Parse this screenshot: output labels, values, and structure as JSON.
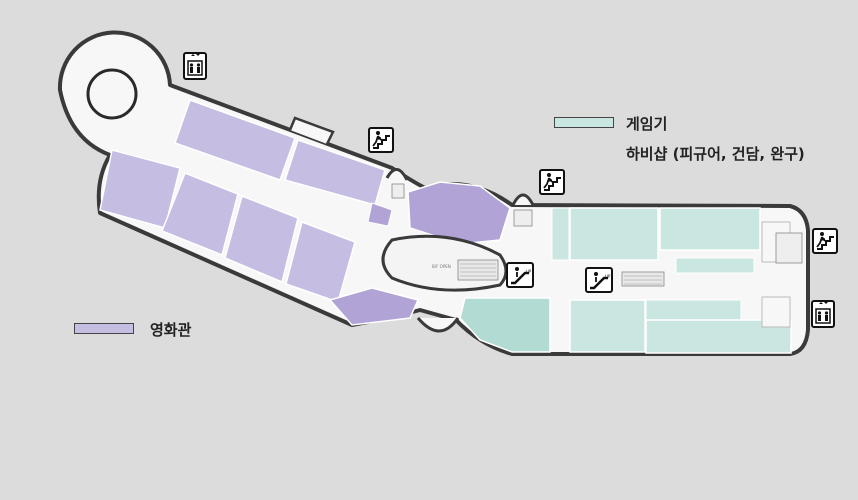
{
  "legend": {
    "game": {
      "label": "게임기",
      "color": "#c9e6e0"
    },
    "hobby": {
      "label": "하비샵 (피규어, 건담, 완구)"
    },
    "cinema": {
      "label": "영화관",
      "color": "#c5bde2"
    }
  },
  "floor": {
    "background_color": "#f7f7f7",
    "outline_color": "#3a3a3a",
    "cinema_dark_color": "#b1a3d6",
    "game_dark_color": "#b2dbd3",
    "center_label": "B/F OPEN"
  },
  "icons": [
    "elevator-icon",
    "stairs-icon",
    "stairs-icon",
    "escalator-icon",
    "escalator-icon",
    "stairs-icon",
    "elevator-icon"
  ]
}
